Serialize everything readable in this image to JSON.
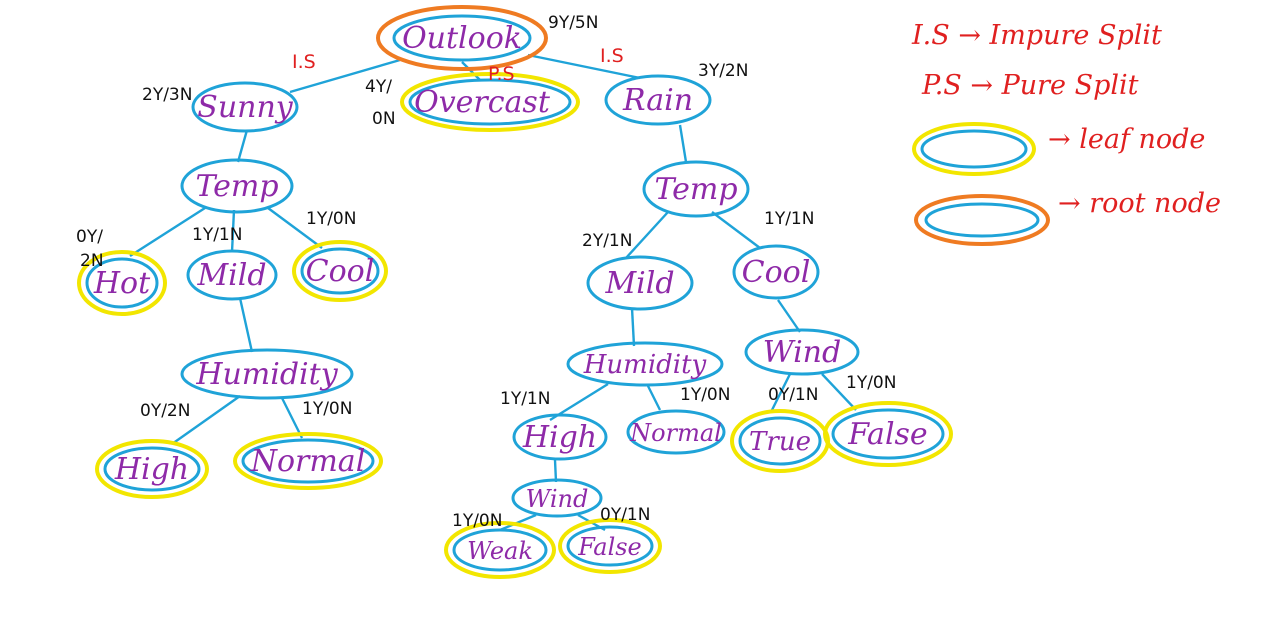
{
  "colors": {
    "node_outline": "#1fa3d8",
    "leaf_ring": "#f2e600",
    "root_ring": "#ef7b22",
    "node_text": "#8e2aa8",
    "legend_text": "#e02020",
    "count_text": "#111111"
  },
  "nodes": {
    "outlook": "Outlook",
    "sunny": "Sunny",
    "overcast": "Overcast",
    "rain": "Rain",
    "temp_left": "Temp",
    "hot": "Hot",
    "mild_left": "Mild",
    "cool_left": "Cool",
    "humidity_left": "Humidity",
    "high_left": "High",
    "normal_left": "Normal",
    "temp_right": "Temp",
    "mild_right": "Mild",
    "cool_right": "Cool",
    "humidity_right": "Humidity",
    "high_right": "High",
    "normal_right": "Normal",
    "wind_mid": "Wind",
    "weak": "Weak",
    "false_mid": "False",
    "wind_right": "Wind",
    "true_right": "True",
    "false_right": "False"
  },
  "counts": {
    "outlook": "9Y/5N",
    "sunny": "2Y/3N",
    "overcast_top": "4Y/",
    "overcast_bottom": "0N",
    "rain": "3Y/2N",
    "hot_top": "0Y/",
    "hot_bottom": "2N",
    "mild_left": "1Y/1N",
    "cool_left": "1Y/0N",
    "high_left": "0Y/2N",
    "normal_left": "1Y/0N",
    "mild_right": "2Y/1N",
    "cool_right": "1Y/1N",
    "high_right": "1Y/1N",
    "normal_right": "1Y/0N",
    "true_right": "0Y/1N",
    "false_right": "1Y/0N",
    "weak": "1Y/0N",
    "false_mid": "0Y/1N"
  },
  "split_labels": {
    "left": "I.S",
    "middle": "P.S",
    "right": "I.S"
  },
  "legend": {
    "impure": "I.S → Impure Split",
    "pure": "P.S → Pure Split",
    "leaf": "→ leaf node",
    "root": "→ root node"
  }
}
